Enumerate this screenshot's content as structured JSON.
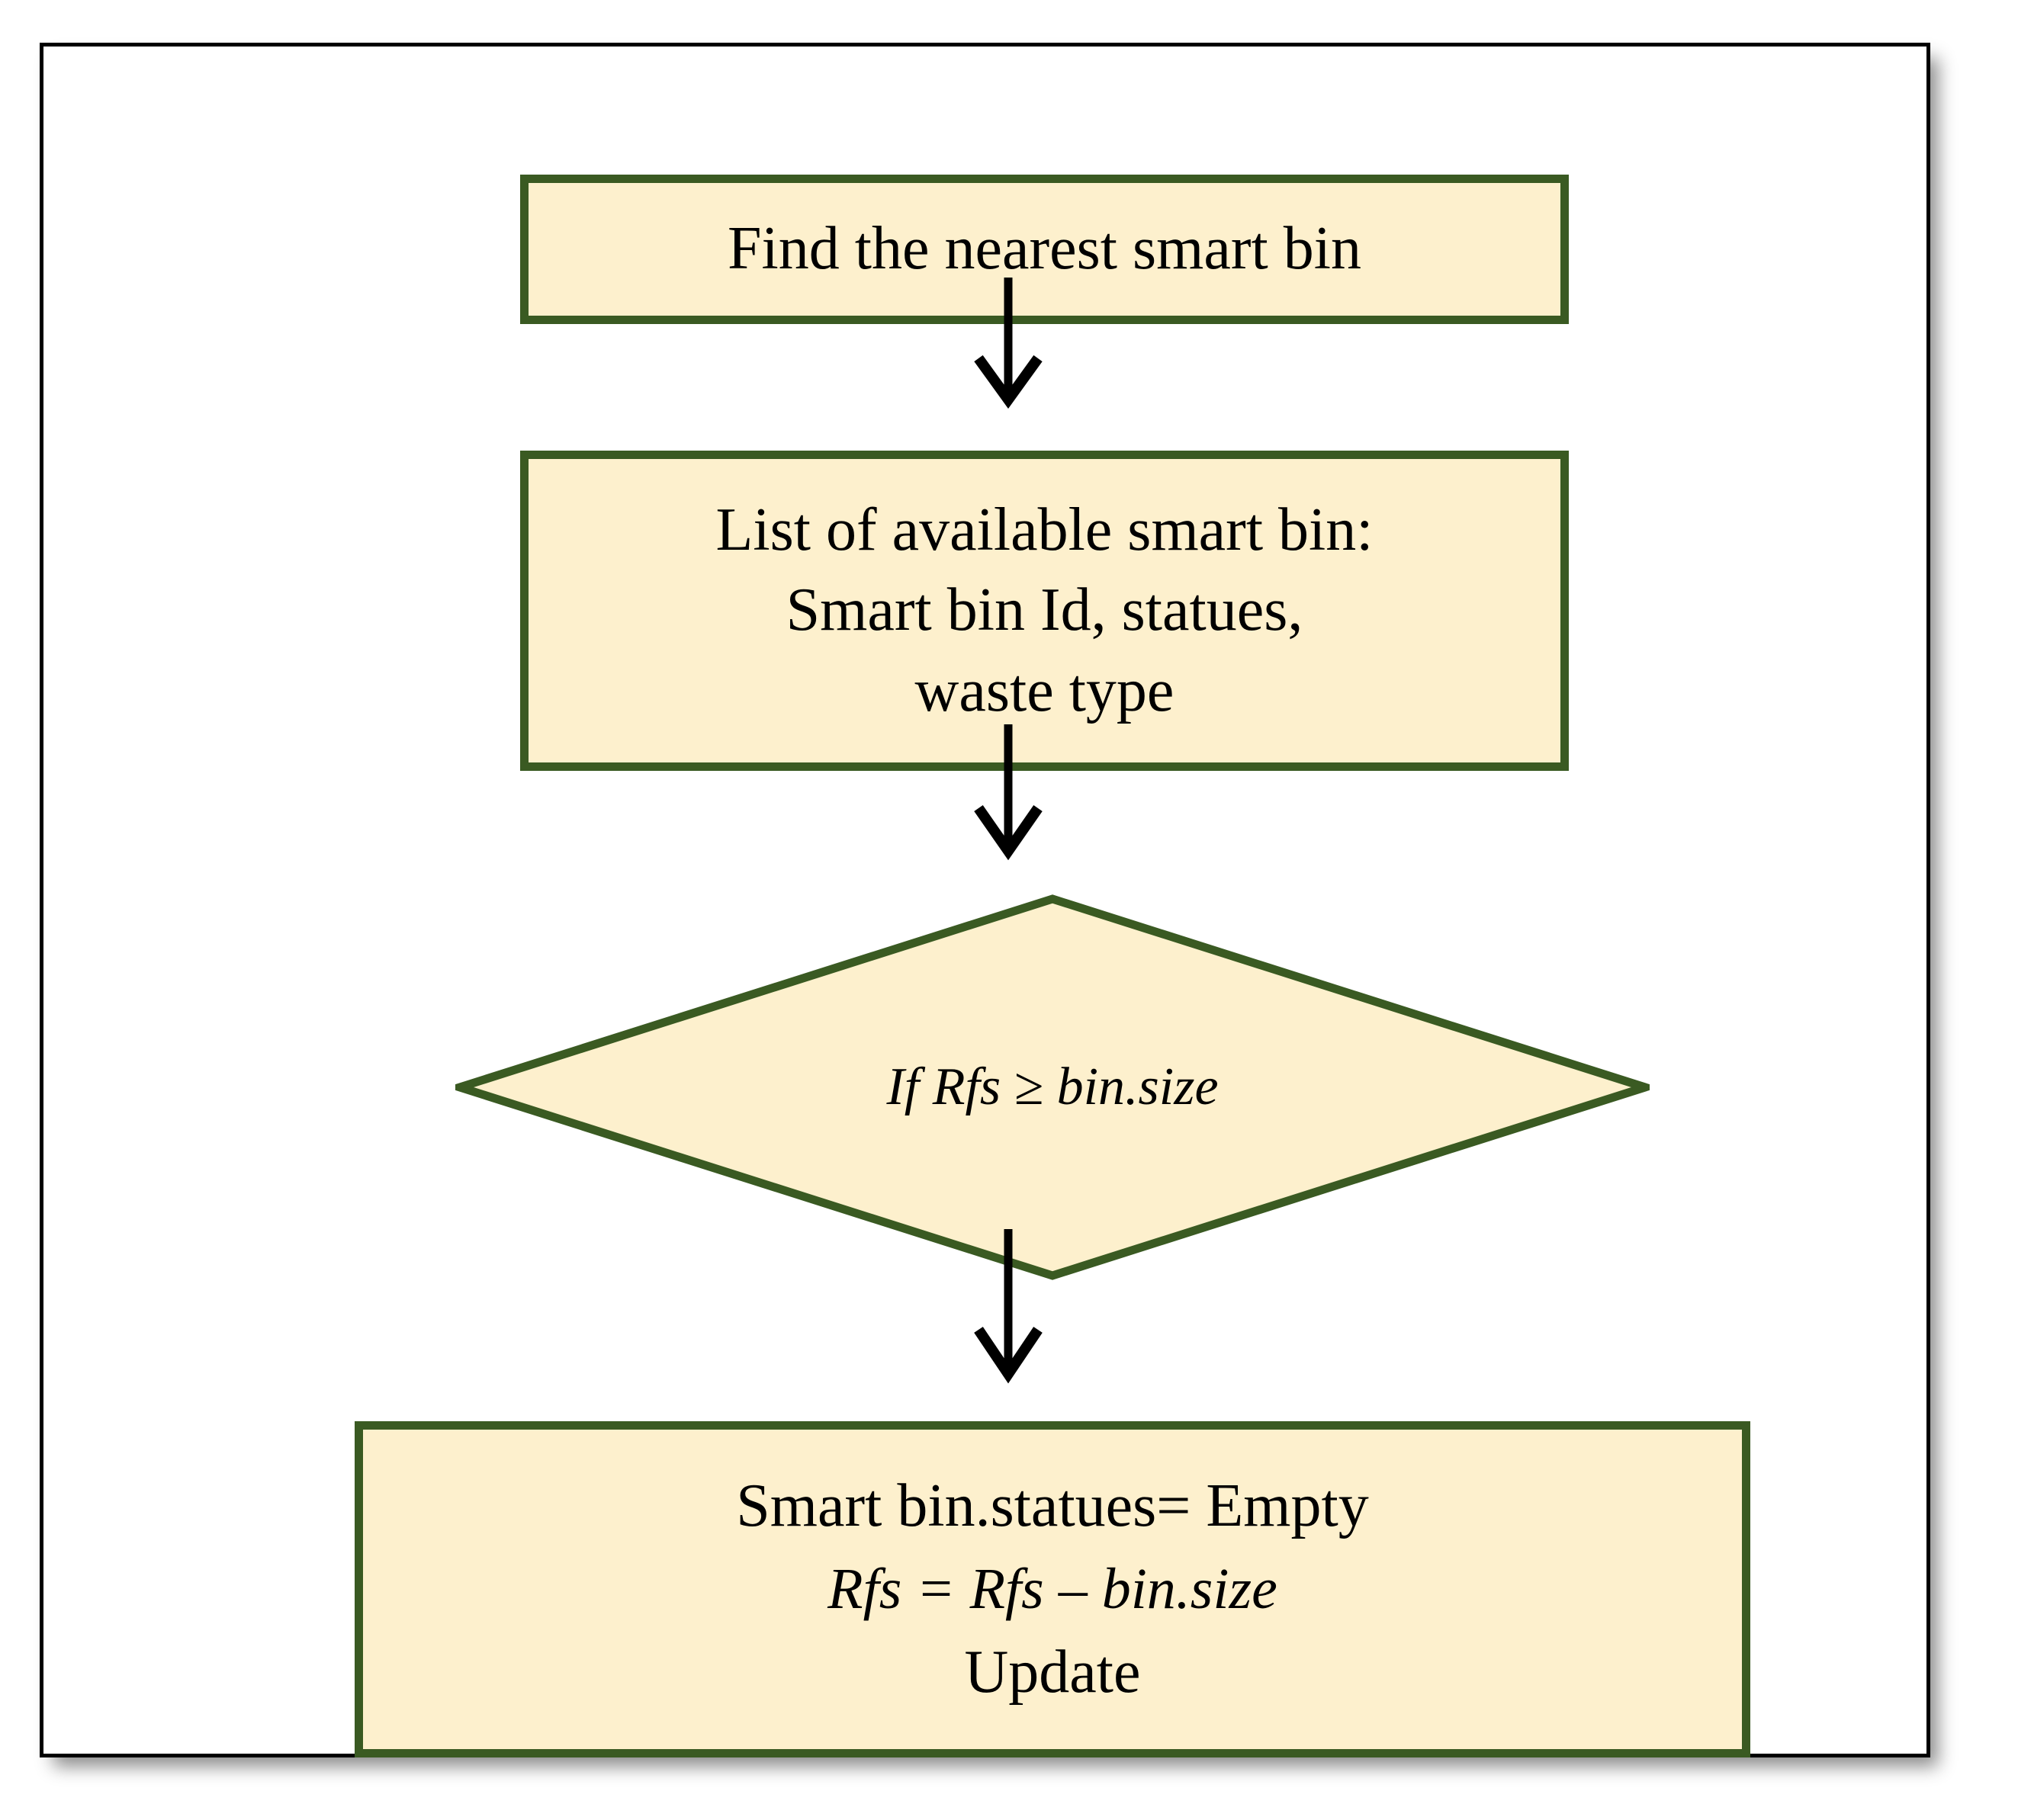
{
  "figure": {
    "kind": "flowchart",
    "title_visible": false,
    "background_color": "#ffffff",
    "frame_border_color": "#000000"
  },
  "style": {
    "node_fill": "#fdf0cd",
    "node_border": "#3a5a22",
    "text_color": "#000000",
    "arrow_color": "#000000"
  },
  "nodes": {
    "find": {
      "shape": "rectangle",
      "lines": [
        "Find the nearest smart bin"
      ]
    },
    "list": {
      "shape": "rectangle",
      "lines": [
        "List of available smart bin:",
        "Smart bin Id, statues,",
        "waste type"
      ]
    },
    "decision": {
      "shape": "diamond",
      "label": "If Rfs ≥ bin.size"
    },
    "update": {
      "shape": "rectangle",
      "lines": [
        "Smart bin.statues= Empty",
        "Rfs = Rfs – bin.size",
        "Update"
      ]
    }
  },
  "edges": [
    {
      "id": "edge-find-to-list",
      "from": "find",
      "to": "list",
      "label": ""
    },
    {
      "id": "edge-list-to-decision",
      "from": "list",
      "to": "decision",
      "label": ""
    },
    {
      "id": "edge-decision-to-update",
      "from": "decision",
      "to": "update",
      "label": ""
    }
  ]
}
